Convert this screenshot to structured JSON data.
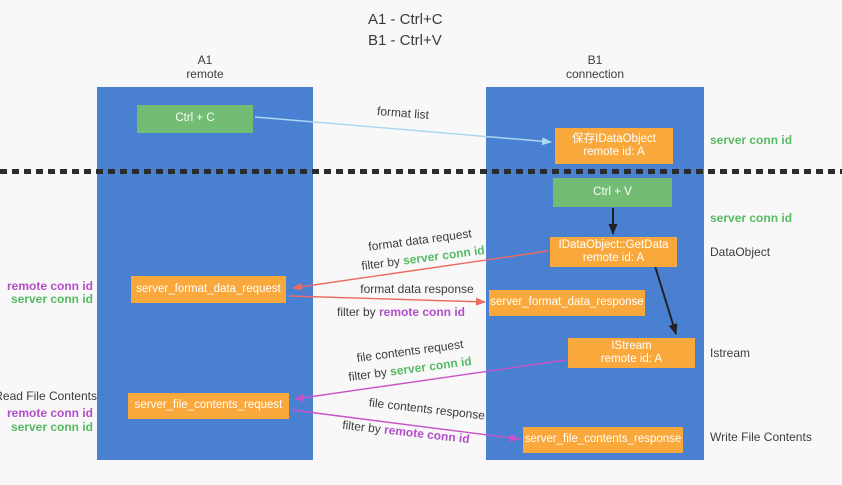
{
  "title": {
    "line1": "A1 - Ctrl+C",
    "line2": "B1 - Ctrl+V"
  },
  "lanes": {
    "a1": {
      "name": "A1",
      "subtitle": "remote"
    },
    "b1": {
      "name": "B1",
      "subtitle": "connection"
    }
  },
  "nodes": {
    "ctrl_c": {
      "label": "Ctrl + C"
    },
    "ctrl_v": {
      "label": "Ctrl + V"
    },
    "save_dataobject": {
      "line1": "保存IDataObject",
      "line2": "remote id: A"
    },
    "getdata": {
      "line1": "IDataObject::GetData",
      "line2": "remote id: A"
    },
    "istream": {
      "line1": "IStream",
      "line2": "remote id: A"
    },
    "server_format_data_request": {
      "label": "server_format_data_request"
    },
    "server_format_data_response": {
      "label": "server_format_data_response"
    },
    "server_file_contents_request": {
      "label": "server_file_contents_request"
    },
    "server_file_contents_response": {
      "label": "server_file_contents_response"
    }
  },
  "arrows": {
    "format_list": {
      "label": "format list"
    },
    "format_data_request": {
      "label": "format data request",
      "filter_prefix": "filter by ",
      "filter_key": "server conn id"
    },
    "format_data_response": {
      "label": "format data response",
      "filter_prefix": "filter by ",
      "filter_key": "remote conn id"
    },
    "file_contents_request": {
      "label": "file contents request",
      "filter_prefix": "filter by ",
      "filter_key": "server conn id"
    },
    "file_contents_response": {
      "label": "file contents response",
      "filter_prefix": "filter by ",
      "filter_key": "remote conn id"
    }
  },
  "side_labels": {
    "right_server_conn_id_1": "server conn id",
    "right_server_conn_id_2": "server conn id",
    "right_dataobject": "DataObject",
    "right_istream": "Istream",
    "right_write_file_contents": "Write File Contents",
    "left_remote_conn_id_1": "remote conn id",
    "left_server_conn_id_1": "server conn id",
    "left_read_file_contents": "Read File Contents",
    "left_remote_conn_id_2": "remote conn id",
    "left_server_conn_id_2": "server conn id"
  },
  "colors": {
    "lane_blue": "#4a80d2",
    "node_green": "#72bd73",
    "node_orange": "#f9a83c",
    "arrow_lightblue": "#a9d7f1",
    "arrow_red": "#ee6a5f",
    "arrow_magenta": "#c853c6",
    "arrow_black": "#222222",
    "text_green": "#57ba64",
    "text_purple": "#b34fc9",
    "text_dark": "#3c3c3c",
    "background": "#f8f8f8"
  }
}
